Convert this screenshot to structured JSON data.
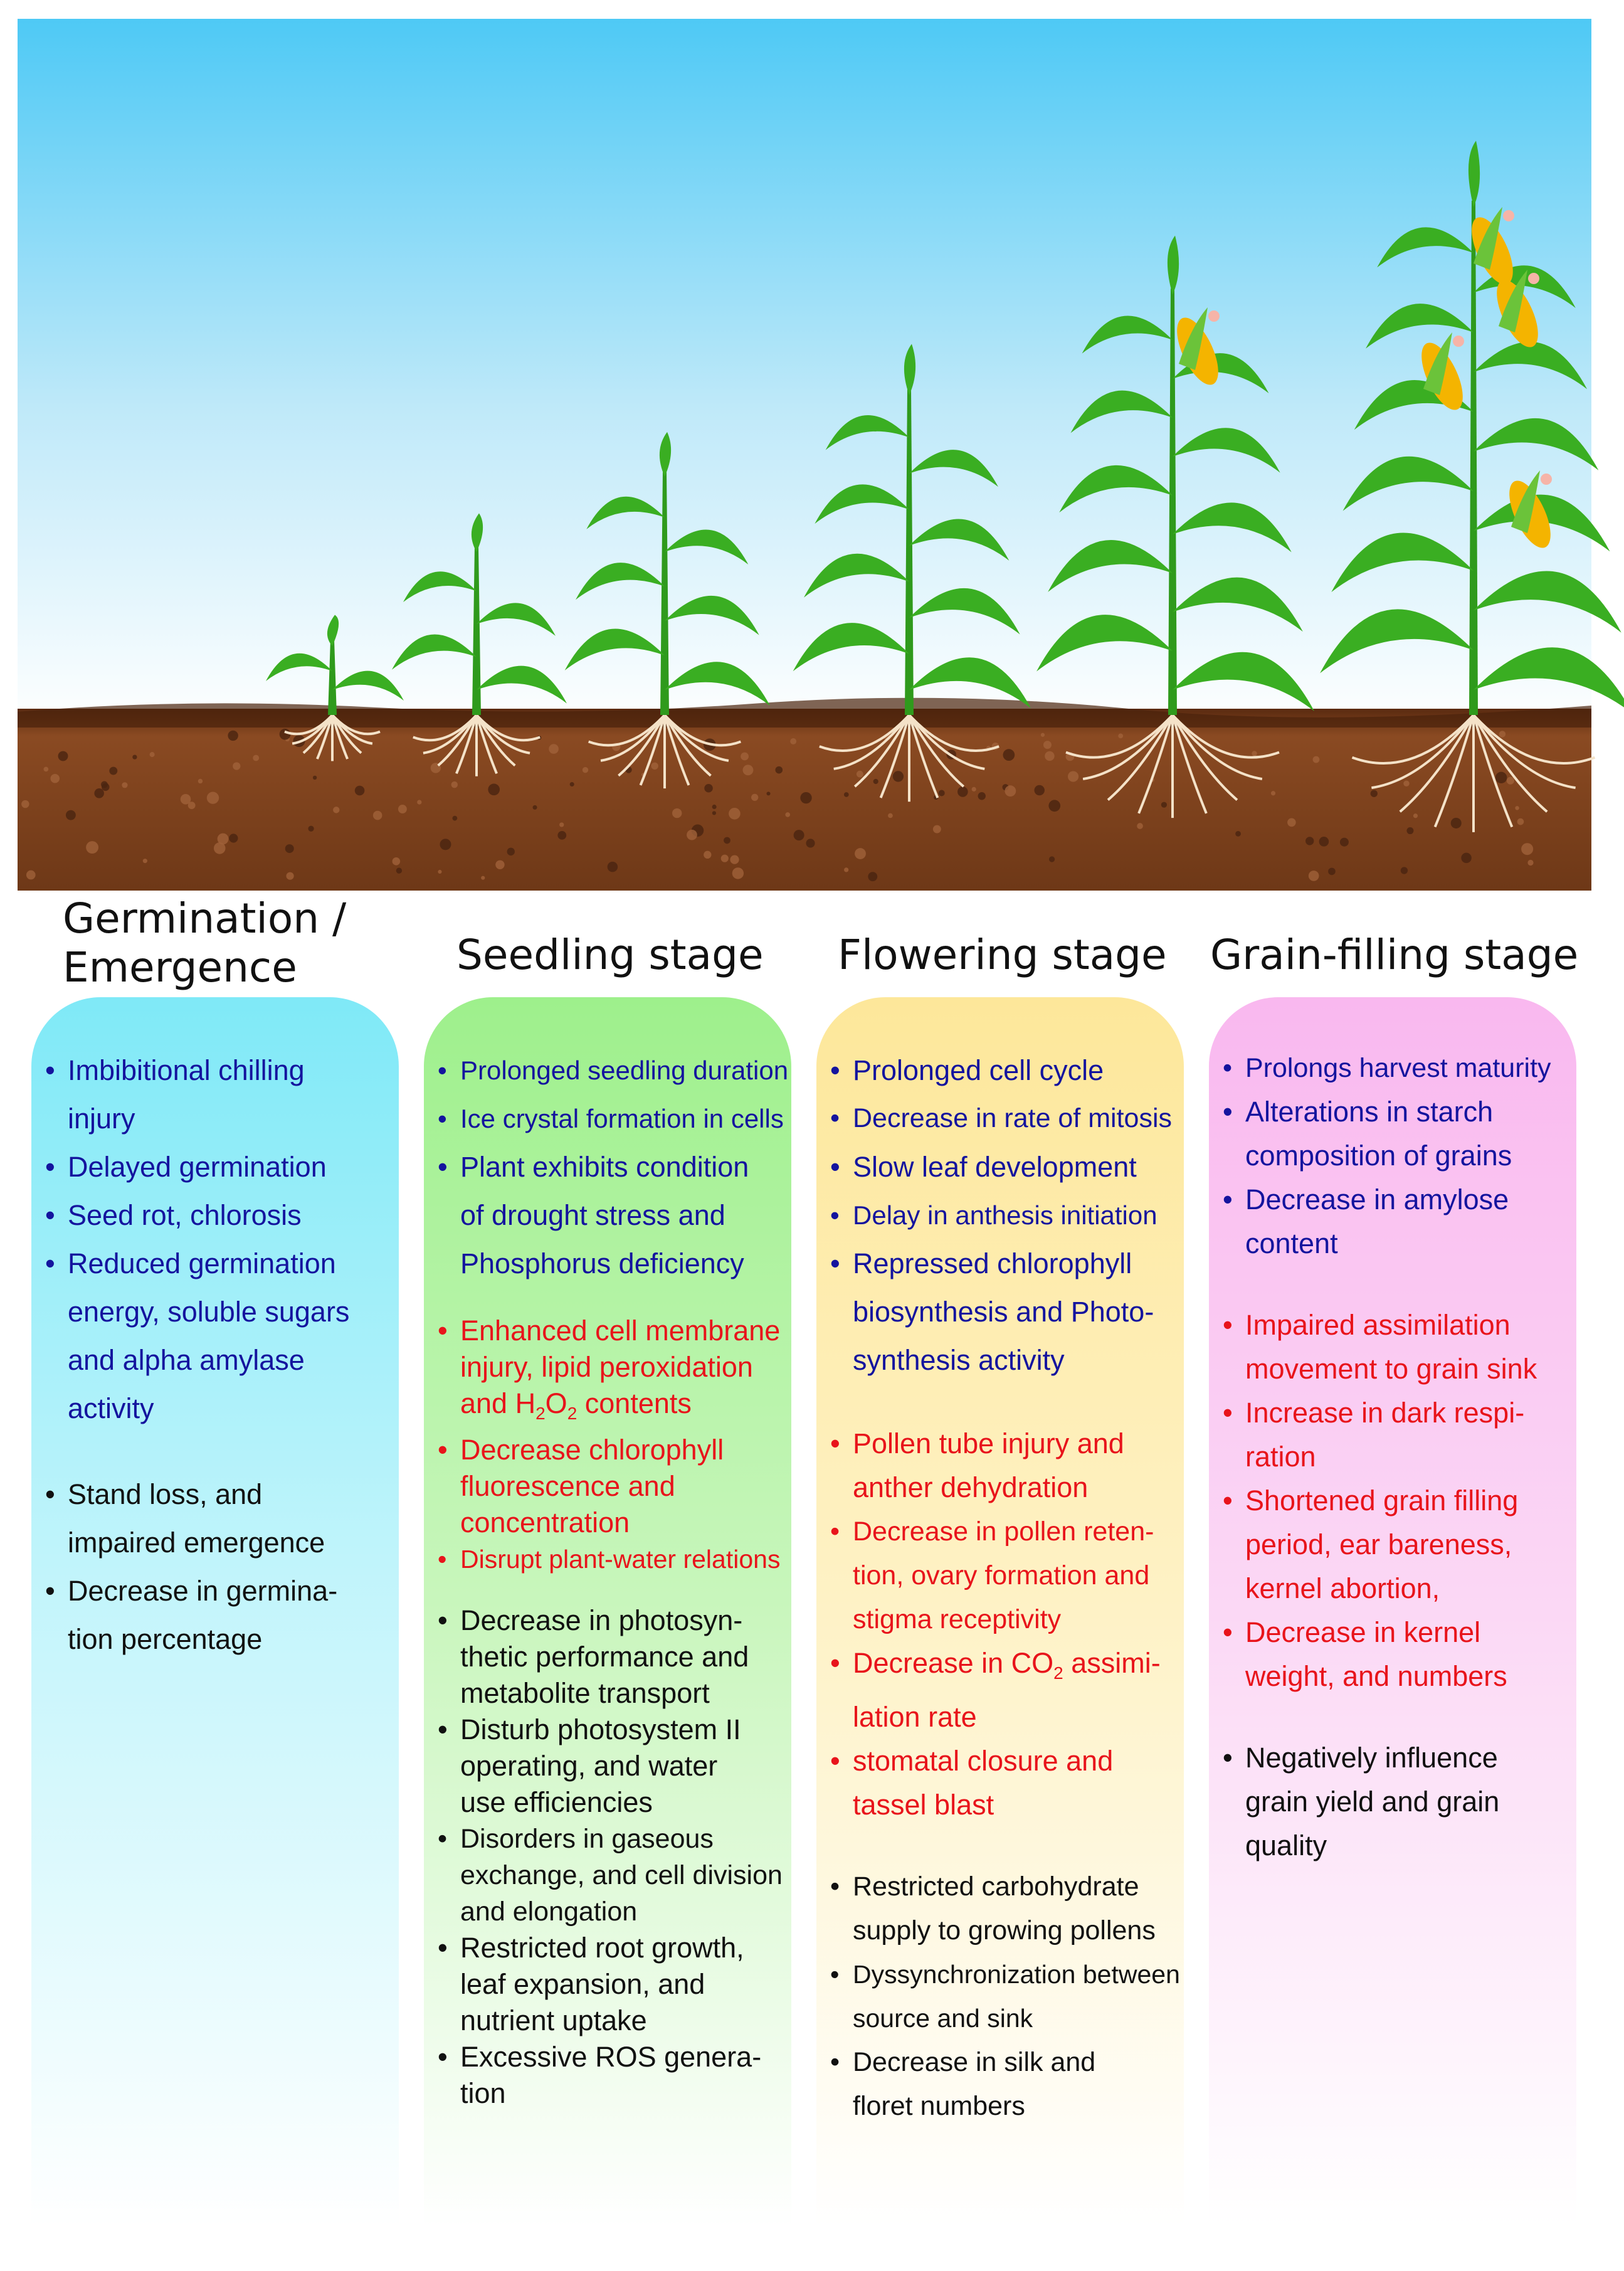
{
  "stages": [
    {
      "title": "Germination / Emergence",
      "title_line1": "Germination /",
      "title_line2": "Emergence",
      "color": "#7fe9f7",
      "groups": [
        {
          "color": "#14149e",
          "items": [
            {
              "l1": "Imbibitional chilling",
              "l2": "injury"
            },
            {
              "l1": "Delayed germination"
            },
            {
              "l1": "Seed rot, chlorosis"
            },
            {
              "l1": "Reduced germination",
              "l2": "energy, soluble sugars",
              "l3": "and alpha amylase",
              "l4": "activity"
            }
          ]
        },
        {
          "color": "#111111",
          "items": [
            {
              "l1": "Stand loss, and",
              "l2": "impaired emergence"
            },
            {
              "l1": "Decrease in germina-",
              "l2": "tion percentage"
            }
          ]
        }
      ]
    },
    {
      "title": "Seedling stage",
      "color": "#9ef08c",
      "groups": [
        {
          "color": "#14149e",
          "items": [
            {
              "l1": "Prolonged seedling duration"
            },
            {
              "l1": "Ice crystal formation in cells"
            },
            {
              "l1": "Plant exhibits condition",
              "l2": "of drought stress and",
              "l3": "Phosphorus deficiency"
            }
          ]
        },
        {
          "color": "#e8141b",
          "items": [
            {
              "l1": "Enhanced cell membrane",
              "l2": "injury, lipid peroxidation",
              "l3a": "and H",
              "l3sub": "2",
              "l3b": "O",
              "l3sub2": "2",
              "l3c": " contents"
            },
            {
              "l1": "Decrease chlorophyll",
              "l2": "fluorescence and",
              "l3": "concentration"
            },
            {
              "l1": "Disrupt plant-water relations"
            }
          ]
        },
        {
          "color": "#111111",
          "items": [
            {
              "l1": "Decrease in photosyn-",
              "l2": "thetic performance and",
              "l3": "metabolite transport"
            },
            {
              "l1": "Disturb photosystem II",
              "l2": "operating, and water",
              "l3": "use efficiencies"
            },
            {
              "l1": "Disorders in gaseous",
              "l2": "exchange, and cell division",
              "l3": "and elongation"
            },
            {
              "l1": "Restricted root growth,",
              "l2": "leaf expansion, and",
              "l3": "nutrient uptake"
            },
            {
              "l1": "Excessive ROS genera-",
              "l2": "tion"
            }
          ]
        }
      ]
    },
    {
      "title": "Flowering stage",
      "color": "#fde79a",
      "groups": [
        {
          "color": "#14149e",
          "items": [
            {
              "l1": "Prolonged cell cycle"
            },
            {
              "l1": "Decrease in rate of mitosis"
            },
            {
              "l1": "Slow leaf development"
            },
            {
              "l1": "Delay in anthesis initiation"
            },
            {
              "l1": "Repressed chlorophyll",
              "l2": "biosynthesis and Photo-",
              "l3": "synthesis activity"
            }
          ]
        },
        {
          "color": "#e8141b",
          "items": [
            {
              "l1": "Pollen tube injury and",
              "l2": "anther dehydration"
            },
            {
              "l1": "Decrease in pollen reten-",
              "l2": "tion, ovary formation and",
              "l3": "stigma receptivity"
            },
            {
              "l1a": "Decrease in CO",
              "l1sub": "2",
              "l1b": " assimi-",
              "l2": "lation rate"
            },
            {
              "l1": "stomatal closure and",
              "l2": "tassel blast"
            }
          ]
        },
        {
          "color": "#111111",
          "items": [
            {
              "l1": "Restricted carbohydrate",
              "l2": "supply to growing pollens"
            },
            {
              "l1": "Dyssynchronization between",
              "l2": "source and sink"
            },
            {
              "l1": "Decrease in silk and",
              "l2": "floret numbers"
            }
          ]
        }
      ]
    },
    {
      "title": "Grain-filling stage",
      "color": "#f9b8ef",
      "groups": [
        {
          "color": "#14149e",
          "items": [
            {
              "l1": "Prolongs harvest maturity"
            },
            {
              "l1": "Alterations in starch",
              "l2": "composition of grains"
            },
            {
              "l1": "Decrease in amylose",
              "l2": "content"
            }
          ]
        },
        {
          "color": "#e8141b",
          "items": [
            {
              "l1": "Impaired assimilation",
              "l2": "movement to grain sink"
            },
            {
              "l1": "Increase in dark respi-",
              "l2": "ration"
            },
            {
              "l1": "Shortened grain filling",
              "l2": "period, ear bareness,",
              "l3": "kernel abortion,"
            },
            {
              "l1": "Decrease in kernel",
              "l2": "weight, and numbers"
            }
          ]
        },
        {
          "color": "#111111",
          "items": [
            {
              "l1": "Negatively influence",
              "l2": "grain yield and grain",
              "l3": "quality"
            }
          ]
        }
      ]
    }
  ],
  "scene": {
    "sky_top": "#4ec9f5",
    "sky_bottom": "#ffffff",
    "soil": "#7a3f1d",
    "leaf": "#3aae22",
    "cob": "#f4b400"
  }
}
